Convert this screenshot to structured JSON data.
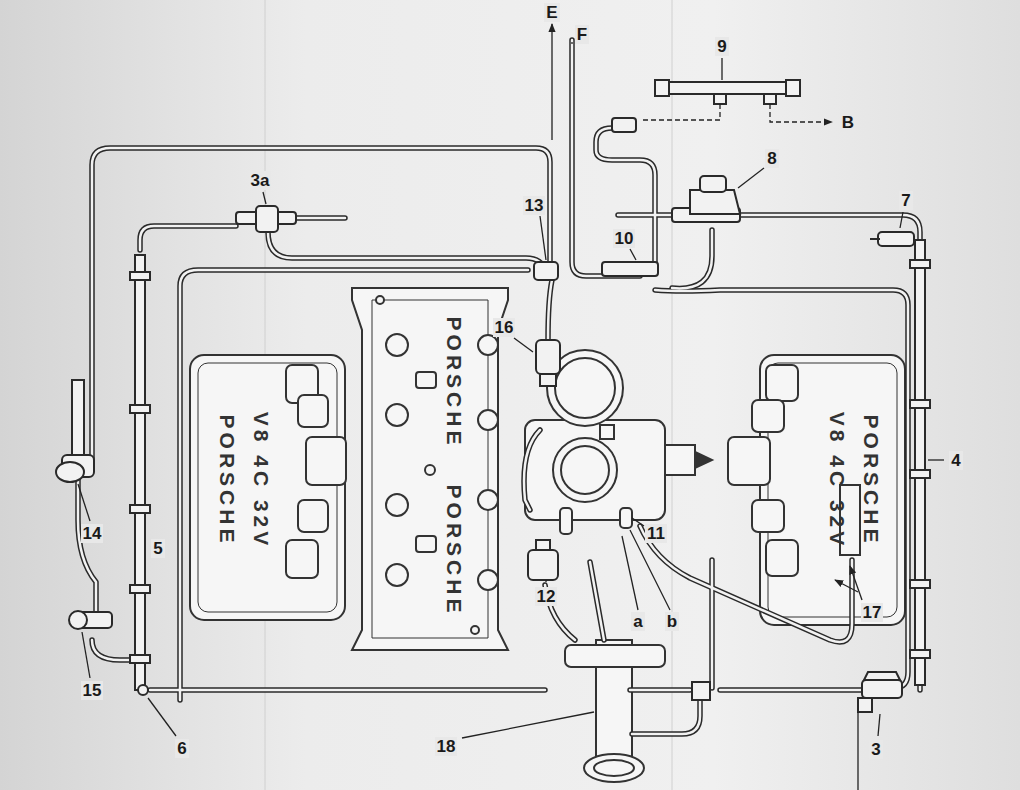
{
  "diagram": {
    "labels": [
      "E",
      "F",
      "9",
      "B",
      "3a",
      "8",
      "13",
      "7",
      "10",
      "16",
      "PORSCHE",
      "PORSCHE",
      "V8 4C 32V",
      "PORSCHE",
      "V8 4C 32V",
      "PORSCHE",
      "4",
      "11",
      "14",
      "5",
      "12",
      "a",
      "b",
      "17",
      "15",
      "6",
      "18",
      "3"
    ]
  }
}
